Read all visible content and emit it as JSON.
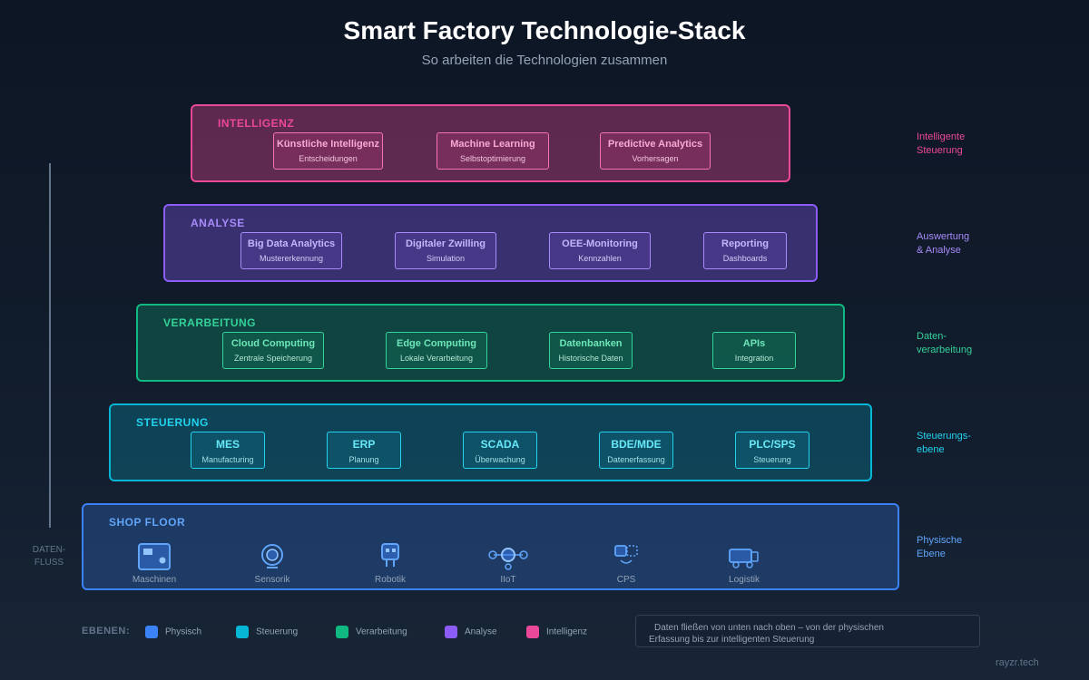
{
  "header": {
    "title": "Smart Factory Technologie-Stack",
    "subtitle": "So arbeiten die Technologien zusammen"
  },
  "colors": {
    "intelligenz": "#ec4899",
    "analyse": "#8b5cf6",
    "verarbeitung": "#10b981",
    "steuerung": "#06b6d4",
    "physisch": "#3b82f6"
  },
  "layers": {
    "intelligenz": {
      "label": "INTELLIGENZ",
      "side": [
        "Intelligente",
        "Steuerung"
      ],
      "cards": [
        {
          "title": "Künstliche Intelligenz",
          "sub": "Entscheidungen"
        },
        {
          "title": "Machine Learning",
          "sub": "Selbstoptimierung"
        },
        {
          "title": "Predictive Analytics",
          "sub": "Vorhersagen"
        }
      ]
    },
    "analyse": {
      "label": "ANALYSE",
      "side": [
        "Auswertung",
        "& Analyse"
      ],
      "cards": [
        {
          "title": "Big Data Analytics",
          "sub": "Mustererkennung"
        },
        {
          "title": "Digitaler Zwilling",
          "sub": "Simulation"
        },
        {
          "title": "OEE-Monitoring",
          "sub": "Kennzahlen"
        },
        {
          "title": "Reporting",
          "sub": "Dashboards"
        }
      ]
    },
    "verarbeitung": {
      "label": "VERARBEITUNG",
      "side": [
        "Daten-",
        "verarbeitung"
      ],
      "cards": [
        {
          "title": "Cloud Computing",
          "sub": "Zentrale Speicherung"
        },
        {
          "title": "Edge Computing",
          "sub": "Lokale Verarbeitung"
        },
        {
          "title": "Datenbanken",
          "sub": "Historische Daten"
        },
        {
          "title": "APIs",
          "sub": "Integration"
        }
      ]
    },
    "steuerung": {
      "label": "STEUERUNG",
      "side": [
        "Steuerungs-",
        "ebene"
      ],
      "cards": [
        {
          "title": "MES",
          "sub": "Manufacturing"
        },
        {
          "title": "ERP",
          "sub": "Planung"
        },
        {
          "title": "SCADA",
          "sub": "Überwachung"
        },
        {
          "title": "BDE/MDE",
          "sub": "Datenerfassung"
        },
        {
          "title": "PLC/SPS",
          "sub": "Steuerung"
        }
      ]
    },
    "shopfloor": {
      "label": "SHOP FLOOR",
      "side": [
        "Physische",
        "Ebene"
      ],
      "items": [
        {
          "label": "Maschinen",
          "icon": "machine-icon"
        },
        {
          "label": "Sensorik",
          "icon": "sensor-icon"
        },
        {
          "label": "Robotik",
          "icon": "robot-icon"
        },
        {
          "label": "IIoT",
          "icon": "network-icon"
        },
        {
          "label": "CPS",
          "icon": "cps-icon"
        },
        {
          "label": "Logistik",
          "icon": "truck-icon"
        }
      ]
    }
  },
  "flow": {
    "line1": "DATEN-",
    "line2": "FLUSS"
  },
  "legend": {
    "title": "EBENEN:",
    "items": [
      "Physisch",
      "Steuerung",
      "Verarbeitung",
      "Analyse",
      "Intelligenz"
    ]
  },
  "note": {
    "line1": "Daten fließen von unten nach oben – von der physischen",
    "line2": "Erfassung bis zur intelligenten Steuerung"
  },
  "brand": "rayzr.tech"
}
